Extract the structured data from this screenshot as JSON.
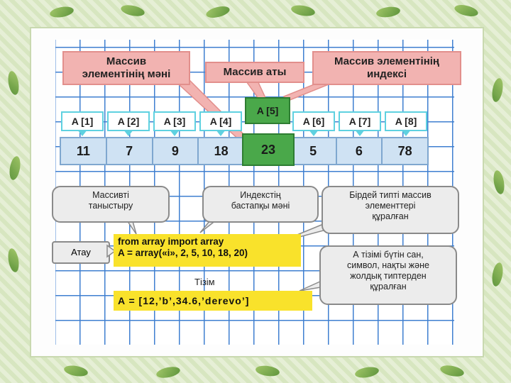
{
  "callouts": {
    "value": "Массив\nэлементінің мәні",
    "name": "Массив аты",
    "index": "Массив элементінің\nиндексі"
  },
  "indices": [
    "A [1]",
    "A [2]",
    "A [3]",
    "A [4]",
    "A [6]",
    "A [7]",
    "A [8]"
  ],
  "highlight_index": "A [5]",
  "values": [
    "11",
    "7",
    "9",
    "18",
    "",
    "5",
    "6",
    "78"
  ],
  "highlight_value": "23",
  "notes": {
    "declare": "Массивті\nтаныстыру",
    "start_index": "Индекстің\nбастапқы мәні",
    "same_type": "Бірдей типті массив\nэлементтері\nқұралған",
    "list_types": "А тізімі бүтін сан,\nсимвол, нақты және\nжолдық типтерден\nқұралған"
  },
  "label_name": "Атау",
  "label_list": "Тізім",
  "code": {
    "line1": "from array import array",
    "line2": "A = array(«i», 2, 5, 10, 18, 20)",
    "list": "A = [12,’b’,34.6,’derevo’]"
  },
  "colors": {
    "callout_fill": "#f2b3b1",
    "index_border": "#5fd1e0",
    "highlight_green": "#4aa84a",
    "code_yellow": "#f9e22b",
    "grid_blue": "#3f7fd0"
  }
}
